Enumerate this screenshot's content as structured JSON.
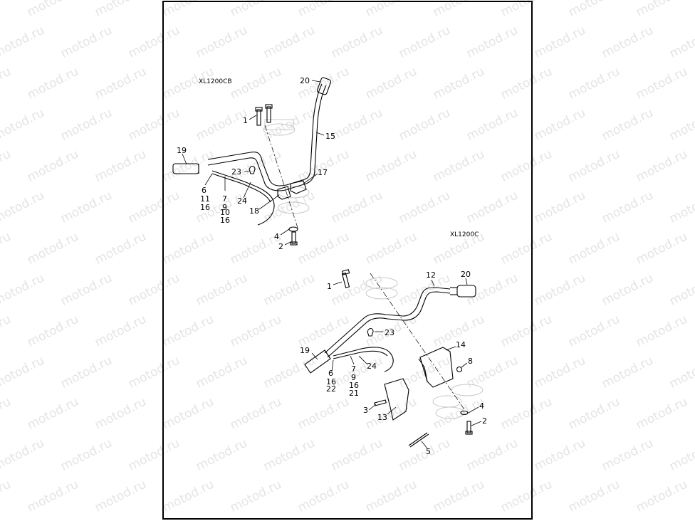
{
  "watermark": "motod.ru",
  "panel_top": {
    "model": "XL1200CB",
    "callouts": {
      "c1": "1",
      "c15": "15",
      "c17": "17",
      "c18": "18",
      "c19": "19",
      "c20": "20",
      "c23": "23",
      "c24": "24",
      "c4": "4",
      "c2": "2",
      "g6": [
        "6",
        "11",
        "16"
      ],
      "g7": [
        "7",
        "9",
        "10",
        "16"
      ]
    }
  },
  "panel_bottom": {
    "model": "XL1200C",
    "callouts": {
      "c1": "1",
      "c12": "12",
      "c20": "20",
      "c23": "23",
      "c19": "19",
      "c24": "24",
      "c14": "14",
      "c8": "8",
      "c3": "3",
      "c13": "13",
      "c4": "4",
      "c2": "2",
      "c5": "5",
      "g6": [
        "6",
        "16",
        "22"
      ],
      "g7": [
        "7",
        "9",
        "16",
        "21"
      ]
    }
  }
}
